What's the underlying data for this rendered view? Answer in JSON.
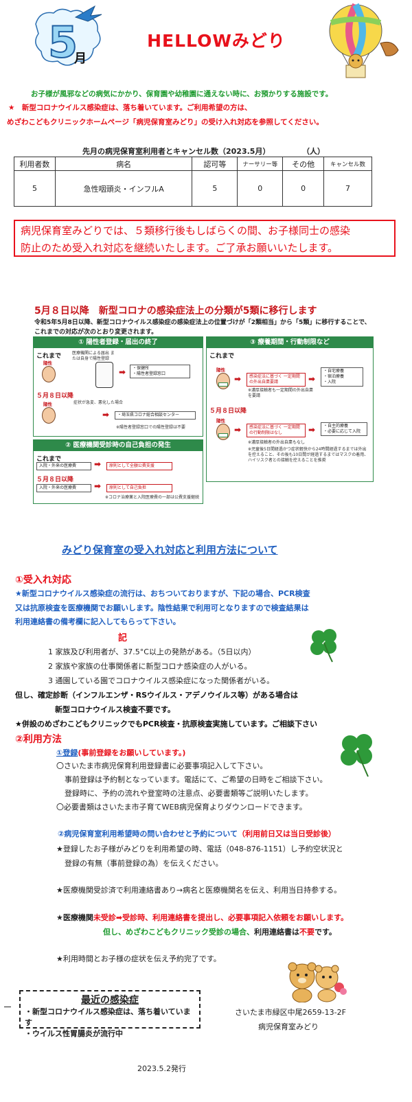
{
  "header": {
    "logo_month": "5",
    "logo_month_unit": "月",
    "title": "HELLOWみどり"
  },
  "intro": {
    "line1": "お子様が風邪などの病気にかかり、保育園や幼稚園に通えない時に、お預かりする施設です。",
    "line2": "★　新型コロナウイルス感染症は、落ち着いています。ご利用希望の方は、",
    "line3": "めざわこどもクリニックホームページ「病児保育室みどり」の受け入れ対応を参照してください。"
  },
  "stats": {
    "caption": "先月の病児保育室利用者とキャンセル数（2023.5月）",
    "unit": "（人）",
    "headers": [
      "利用者数",
      "病名",
      "認可等",
      "ナーサリー等",
      "その他",
      "キャンセル数"
    ],
    "row": [
      "5",
      "急性咽頭炎・インフルA",
      "5",
      "0",
      "0",
      "7"
    ]
  },
  "notice": {
    "line1": "病児保育室みどりでは、５類移行後もしばらくの間、お子様同士の感染",
    "line2": "防止のため受入れ対応を継続いたします。ご了承お願いいたします。"
  },
  "infographic": {
    "title": "5月８日以降　新型コロナの感染症法上の分類が5類に移行します",
    "sub1": "令和5年5月8日以降、新型コロナウイルス感染症の感染症法上の位置づけが「2類相当」から「5類」に移行することで、",
    "sub2": "これまでの対応が次のとおり変更されます。",
    "panel1": {
      "heading": "① 陽性者登録・届出の終了",
      "before": "これまで",
      "positive": "陽性",
      "method": "医療機関による届出 または自身で陽性登録",
      "dest1": "・保健所",
      "dest2": "・陽性者登録窓口",
      "after": "５月８日以降",
      "positive2": "陽性",
      "condition": "症状が急変、悪化した場合",
      "center": "・埼玉県コロナ総合相談センター",
      "note": "※陽性者登録窓口での陽性登録は不要"
    },
    "panel2": {
      "heading": "② 医療機関受診時の自己負担の発生",
      "before": "これまで",
      "fee1": "入院・外来の医療費",
      "result1": "原則として全額公費支援",
      "after": "５月８日以降",
      "fee2": "入院・外来の医療費",
      "result2": "原則として自己負担",
      "note": "※コロナ治療薬と入院医療費の一部は公費支援継続"
    },
    "panel3": {
      "heading": "③ 療養期間・行動制限など",
      "before": "これまで",
      "positive": "陽性",
      "law1": "感染症法に基づく 一定期間の外出自粛要請",
      "opt1": "・自宅療養",
      "opt2": "・宿泊療養",
      "opt3": "・入院",
      "note1": "※濃厚接触者も一定期間の外出自粛を要請",
      "after": "５月８日以降",
      "positive2": "陽性",
      "law2": "感染症法に基づく 一定期間の行動制限はなし",
      "opt4": "・自主的療養",
      "opt5": "・必要に応じて入院",
      "note2": "※濃厚接触者の外出自粛もなし",
      "note3": "※児童後5日間経過かつ症状軽快から24時間経過するまでは外出を控えること、その後も10日間が経過するまではマスクの着用、ハイリスク者との接触を控えることを推奨"
    }
  },
  "section2": {
    "title": "みどり保育室の受入れ対応と利用方法について",
    "acceptance": {
      "heading": "①受入れ対応",
      "p1": "★新型コロナウイルス感染症の流行は、おちついておりますが、下記の場合、PCR検査",
      "p2": "又は抗原検査を医療機関でお願いします。陰性結果で利用可となりますので検査結果は",
      "p3": "利用連絡書の備考欄に記入してもらって下さい。",
      "ki": "記",
      "item1": "1 家族及び利用者が、37.5°C以上の発熱がある。（5日以内）",
      "item2": "2 家族や家族の仕事関係者に新型コロナ感染症の人がいる。",
      "item3": "3 通園している園でコロナウイルス感染症になった関係者がいる。",
      "but1": "但し、確定診断（インフルエンザ・RSウイルス・アデノウイルス等）がある場合は",
      "but2": "新型コロナウイルス検査不要です。",
      "also": "★併設のめざわこどもクリニックでもPCR検査・抗原検査実施しています。ご相談下さい"
    },
    "usage": {
      "heading": "②利用方法",
      "reg_label": "①登録",
      "reg_note": "(事前登録をお願いしています。)",
      "r1": "〇さいたま市病児保育利用登録書に必要事項記入して下さい。",
      "r2": "事前登録は予約制となっています。電話にて、ご希望の日時をご相談下さい。",
      "r3": "登録時に、予約の流れや登室時の注意点、必要書類等ご説明いたします。",
      "r4": "〇必要書類はさいたま市子育てWEB病児保育よりダウンロードできます。",
      "res_title": "②病児保育室利用希望時の問い合わせと予約について",
      "res_note": "（利用前日又は当日受診後）",
      "s1": "★登録したお子様がみどりを利用希望の時、電話（048-876-1151）し予約空状況と",
      "s2": "登録の有無（事前登録の為）を伝えください。",
      "s3": "★医療機関受診済で利用連絡書あり→病名と医療機関名を伝え、利用当日持参する。",
      "s4a": "★医療機関",
      "s4b": "未受診➡受診時、",
      "s4c": "利用連絡書を提出し、必要事項記入依頼をお願いします。",
      "s5a": "但し、めざわこどもクリニック受診の場合、",
      "s5b": "利用連絡書は",
      "s5c": "不要",
      "s5d": "です。",
      "s6": "★利用時間とお子様の症状を伝え予約完了です。"
    }
  },
  "recent": {
    "title": "最近の感染症",
    "line1": "・新型コロナウイルス感染症は、落ち着いています",
    "line2": "・ウイルス性胃腸炎が流行中"
  },
  "footer": {
    "address": "さいたま市緑区中尾2659-13-2F",
    "facility": "病児保育室みどり",
    "issued": "2023.5.2発行"
  },
  "colors": {
    "accent_red": "#e8111b",
    "accent_green": "#1d9a2e",
    "accent_blue": "#1f5fc0",
    "panel_green": "#2e8a4a"
  }
}
